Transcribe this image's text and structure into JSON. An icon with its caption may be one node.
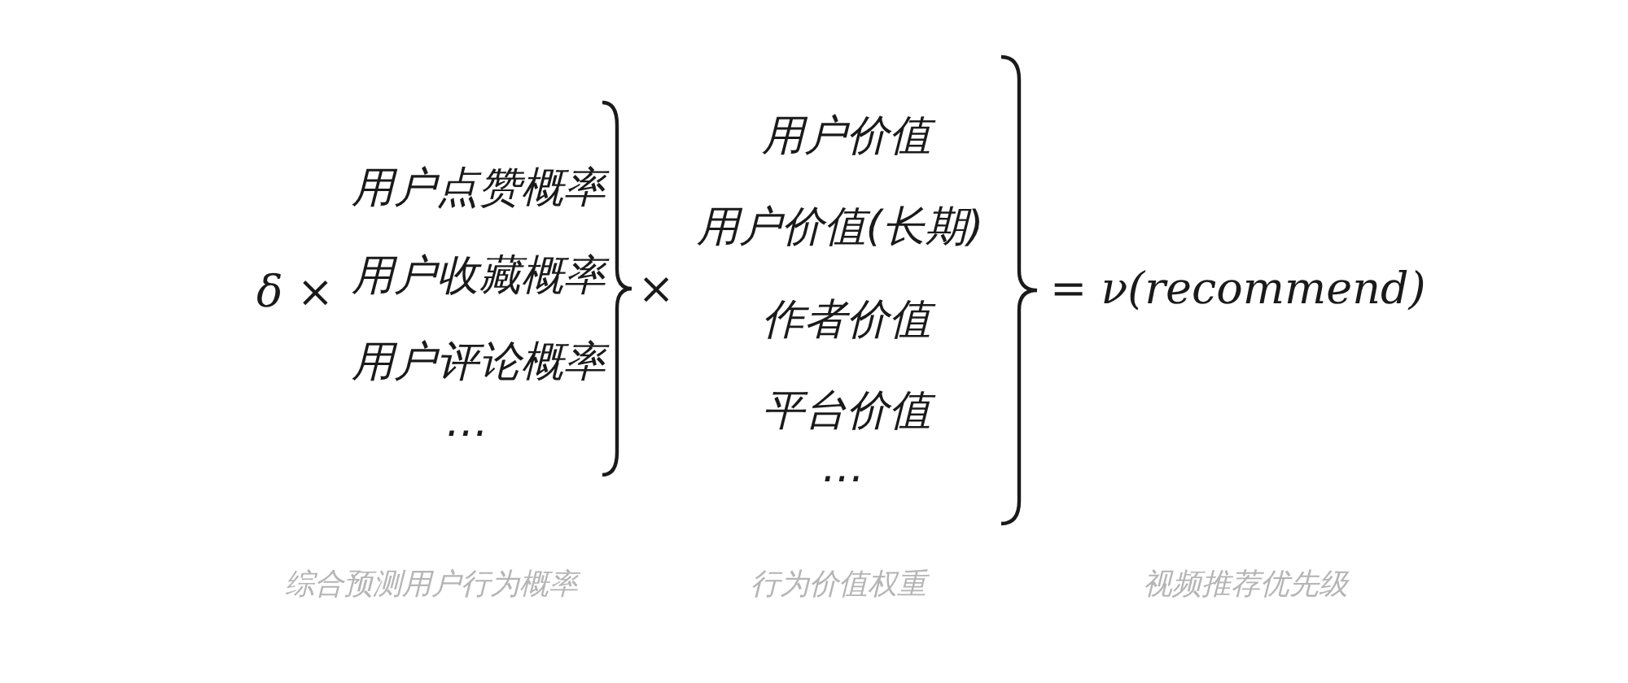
{
  "diagram": {
    "labels": [
      "δ ×",
      "用户点赞概率",
      "用户收藏概率",
      "用户评论概率",
      "…",
      "×",
      "用户价值",
      "用户价值(长期)",
      "作者价值",
      "平台价值",
      "…",
      "= ν(recommend)",
      "综合预测用户行为概率",
      "行为价值权重",
      "视频推荐优先级"
    ]
  }
}
